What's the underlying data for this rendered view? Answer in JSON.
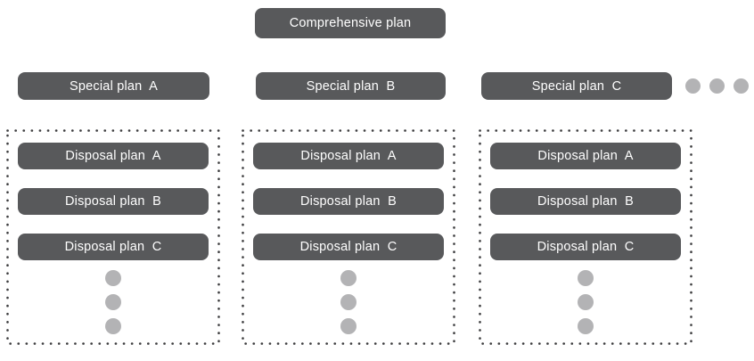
{
  "diagram": {
    "title_box": {
      "label": "Comprehensive plan"
    },
    "special_plans": [
      {
        "label": "Special plan  A"
      },
      {
        "label": "Special plan  B"
      },
      {
        "label": "Special plan  C"
      }
    ],
    "special_plans_ellipsis": {
      "icon": "horizontal-three-dots",
      "dot_count": 3
    },
    "disposal_groups": [
      {
        "parent": "Special plan  A",
        "plans": [
          {
            "label": "Disposal plan  A"
          },
          {
            "label": "Disposal plan  B"
          },
          {
            "label": "Disposal plan  C"
          }
        ],
        "more_ellipsis": {
          "icon": "vertical-three-dots",
          "dot_count": 3
        }
      },
      {
        "parent": "Special plan  B",
        "plans": [
          {
            "label": "Disposal plan  A"
          },
          {
            "label": "Disposal plan  B"
          },
          {
            "label": "Disposal plan  C"
          }
        ],
        "more_ellipsis": {
          "icon": "vertical-three-dots",
          "dot_count": 3
        }
      },
      {
        "parent": "Special plan  C",
        "plans": [
          {
            "label": "Disposal plan  A"
          },
          {
            "label": "Disposal plan  B"
          },
          {
            "label": "Disposal plan  C"
          }
        ],
        "more_ellipsis": {
          "icon": "vertical-three-dots",
          "dot_count": 3
        }
      }
    ],
    "colors": {
      "box_background": "#58595b",
      "box_text": "#ffffff",
      "ellipsis_dot": "#b3b3b5",
      "dotted_border": "#3c3c3e",
      "page_background": "#ffffff"
    }
  }
}
